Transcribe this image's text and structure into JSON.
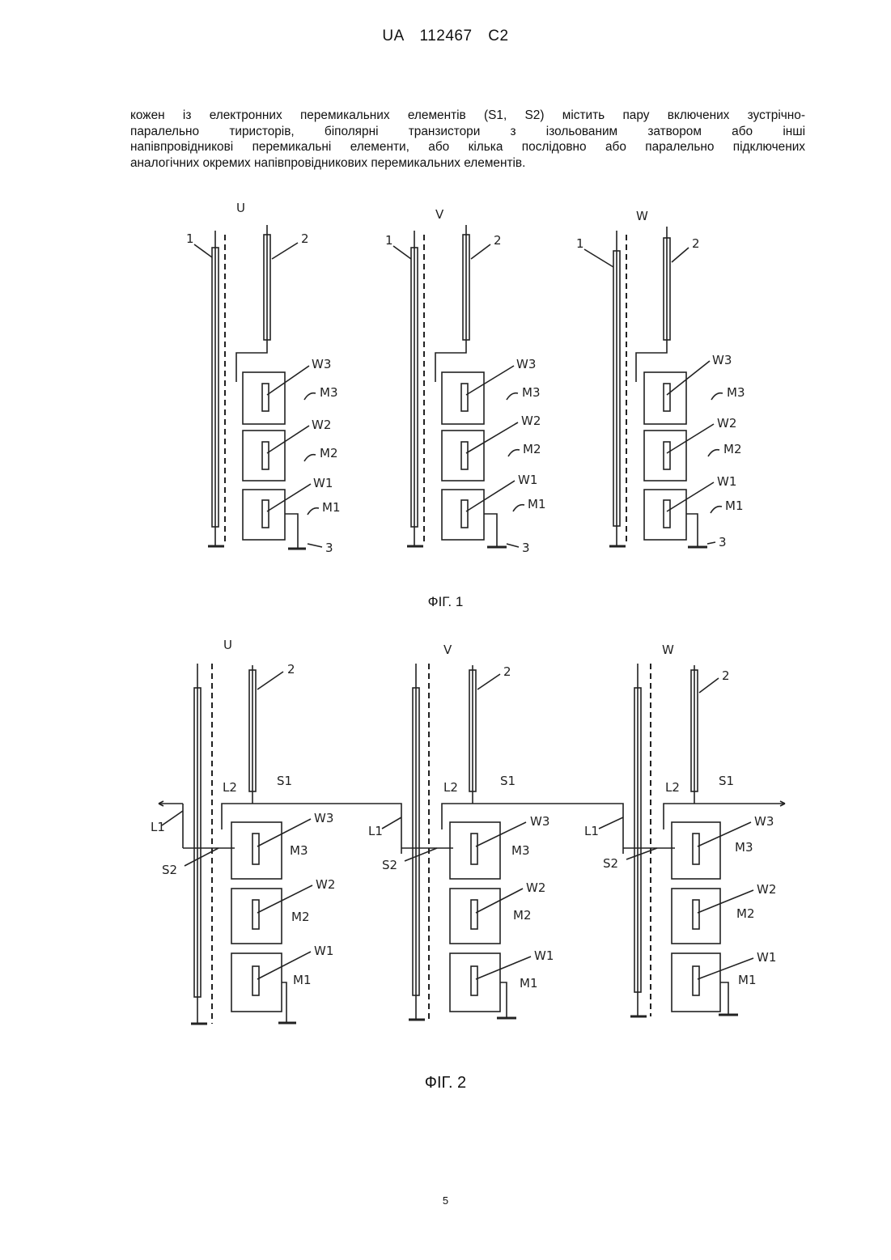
{
  "header": "UA 112467 C2",
  "paragraph_lines": [
    "кожен із електронних перемикальних елементів (S1, S2) містить пару включених зустрічно-",
    "паралельно тиристорів, біполярні транзистори з ізольованим затвором або інші",
    "напівпровідникові перемикальні елементи, або кілька послідовно або паралельно підключених",
    "аналогічних окремих напівпровідникових перемикальних елементів."
  ],
  "figure1": {
    "caption": "ФІГ. 1",
    "phases": [
      "U",
      "V",
      "W"
    ],
    "label_1": "1",
    "label_2": "2",
    "label_3": "3",
    "windings": [
      "W3",
      "W2",
      "W1"
    ],
    "modules": [
      "M3",
      "M2",
      "M1"
    ]
  },
  "figure2": {
    "caption": "ФІГ. 2",
    "phases": [
      "U",
      "V",
      "W"
    ],
    "label_2": "2",
    "switch_S1": "S1",
    "switch_S2": "S2",
    "line_L1": "L1",
    "line_L2": "L2",
    "windings": [
      "W3",
      "W2",
      "W1"
    ],
    "modules": [
      "M3",
      "M2",
      "M1"
    ]
  },
  "page_number": "5"
}
